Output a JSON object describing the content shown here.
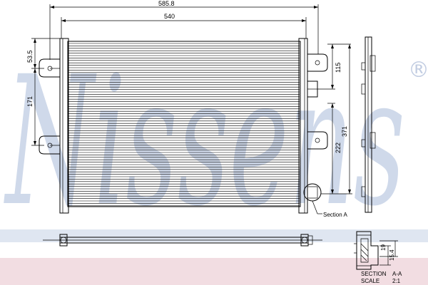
{
  "watermark": {
    "brand": "Nissens",
    "registered_mark": "®"
  },
  "dimensions": {
    "overall_width": "585.8",
    "core_width": "540",
    "left_top_offset": "53.5",
    "left_bracket_spacing": "171",
    "right_top_offset": "115",
    "right_total_height": "371",
    "right_lower_height": "222"
  },
  "labels": {
    "section_callout": "Section A",
    "section_title_1": "SECTION",
    "section_title_2": "A-A",
    "scale_label": "SCALE",
    "scale_value": "2:1",
    "detail_dim_1": "19",
    "detail_dim_2": "15.4"
  },
  "colors": {
    "watermark": "#cfd9ea",
    "band_blue": "#dfe6f1",
    "band_pink": "#f2dde2",
    "line": "#000000"
  }
}
